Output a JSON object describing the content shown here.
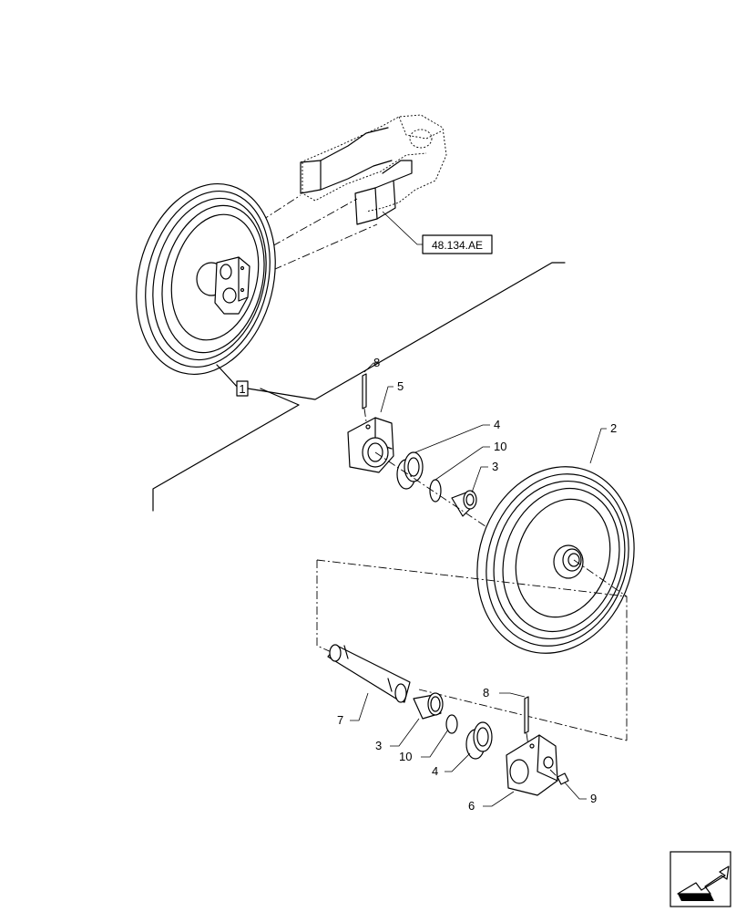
{
  "reference_label": "48.134.AE",
  "assembly_label": "1",
  "callouts": {
    "c1": "8",
    "c2": "5",
    "c3": "4",
    "c4": "10",
    "c5": "3",
    "c6": "2",
    "c7": "8",
    "c8": "7",
    "c9": "3",
    "c10": "10",
    "c11": "4",
    "c12": "6",
    "c13": "9"
  },
  "icons": {
    "nav": "next-page-arrow-icon"
  }
}
